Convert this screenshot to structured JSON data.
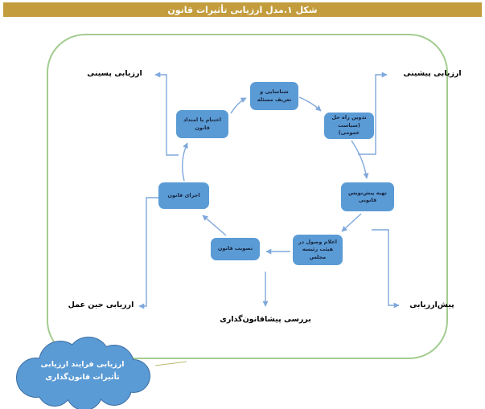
{
  "title_bar": {
    "text": "شکل ۱.مدل ارزیابی تأثیرات قانون"
  },
  "diagram": {
    "nodes": [
      {
        "id": "identify-problem",
        "label": "شناسایی و تعریف مسئله"
      },
      {
        "id": "formulate-solution",
        "label": "تدوین راه حل (سیاست عمومی)"
      },
      {
        "id": "prepare-draft",
        "label": "تهیه پیش‌نویس قانونی"
      },
      {
        "id": "announce-receipt",
        "label": "اعلام وصول در هیئت رئیسه مجلس"
      },
      {
        "id": "ratify-law",
        "label": "تصویب قانون"
      },
      {
        "id": "implement-law",
        "label": "اجرای قانون"
      },
      {
        "id": "terminate-extend",
        "label": "اختتام یا امتداد قانون"
      }
    ],
    "corner_labels": [
      {
        "id": "ex-post",
        "text": "ارزیابی پسینی"
      },
      {
        "id": "ex-ante",
        "text": "ارزیابی پیشینی"
      },
      {
        "id": "ongoing",
        "text": "ارزیابی حین عمل"
      },
      {
        "id": "pre-eval",
        "text": "پیش‌ارزیابی"
      }
    ],
    "bottom_label": "بررسی پیشاقانون‌گذاری",
    "cloud": {
      "line1": "ارزیابی فرایند ارزیابی",
      "line2": "تأثیرات قانون‌گذاری"
    }
  },
  "colors": {
    "title_gold": "#C39C3D",
    "node_blue": "#5B9BD5",
    "arrow_blue": "#7FA8DC",
    "frame_green": "#A3CC8F",
    "cloud_fill": "#5B9BD5",
    "cloud_stroke": "#3C6FA5"
  }
}
